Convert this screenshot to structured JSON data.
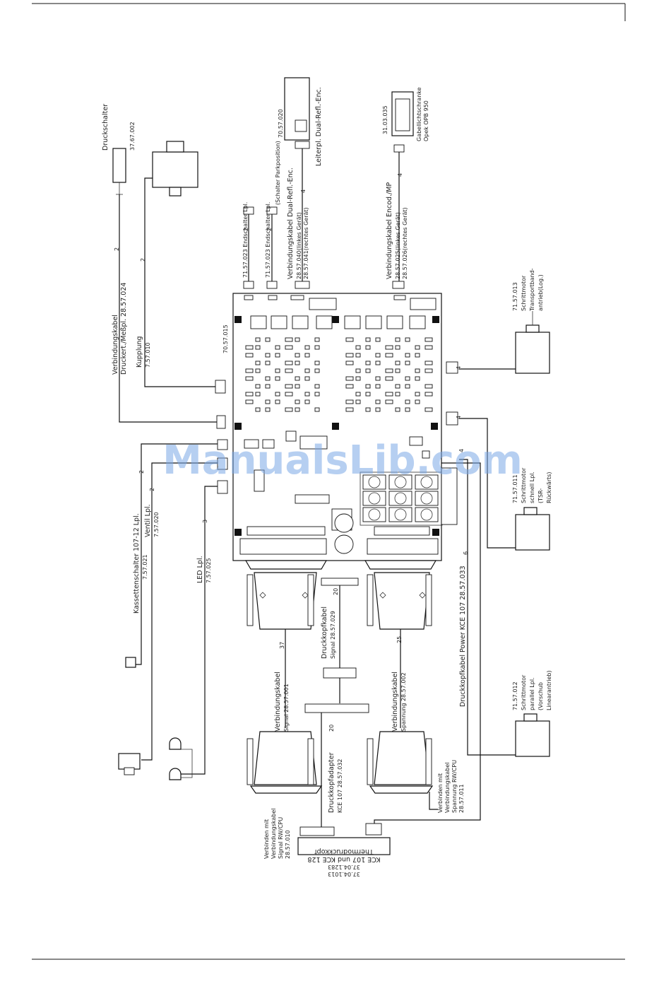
{
  "watermark": "ManualsLib.com",
  "labels": {
    "druckschalter": "Druckschalter",
    "druckschalter_nr": "37.67.002",
    "verbindungskabel_druck_1": "Verbindungskabel",
    "verbindungskabel_druck_2": "Druckert./Meßpl. 28.57.024",
    "kupplung": "Kupplung",
    "kupplung_nr": "7.57.010",
    "endschalter_1": "71.57.023 Endschalter Lpl.",
    "endschalter_2": "71.57.023 Endschalter Lpl.",
    "schalter_parkposition": "(Schalter Parkposition)",
    "dual_refl_kabel_1": "Verbindungskabel Dual-Refl.-Enc.",
    "dual_refl_kabel_2": "28.57.040(linkes Gerät)",
    "dual_refl_kabel_3": "28.57.041(rechtes Gerät)",
    "dual_refl_enc_1": "70.57.020",
    "dual_refl_enc_2": "Leiterpl. Dual-Refl.-Enc.",
    "encod_kabel_1": "Verbindungskabel Encod./MP",
    "encod_kabel_2": "28.57.025(linkes Gerät)",
    "encod_kabel_3": "28.57.026(rechtes Gerät)",
    "gabel_nr": "31.03.035",
    "gabel_1": "Gabellichtschranke",
    "gabel_2": "Opek OPB 950",
    "main_board": "70.57.015",
    "motor_transport_nr": "71.57.013",
    "motor_transport_1": "Schrittmotor",
    "motor_transport_2": "Transportband-",
    "motor_transport_3": "antrieb(Log.)",
    "motor_schnell_nr": "71.57.011",
    "motor_schnell_1": "Schrittmotor",
    "motor_schnell_2": "schnell Lpl.",
    "motor_schnell_3": "(TSR-",
    "motor_schnell_4": "Rückwärts)",
    "motor_parallel_nr": "71.57.012",
    "motor_parallel_1": "Schrittmotor",
    "motor_parallel_2": "parallel Lpl.",
    "motor_parallel_3": "(Vorschub",
    "motor_parallel_4": "Linearantrieb)",
    "kassette_1": "Kassettenschalter 107-12 Lpl.",
    "kassette_2": "7.57.021",
    "ventil_1": "Ventil Lpl.",
    "ventil_2": "7.57.020",
    "led_1": "LED Lpl.",
    "led_2": "7.57.025",
    "druckkopfkabel_signal_1": "Druckkopfkabel",
    "druckkopfkabel_signal_2": "Signal 28.57.029",
    "vk_signal_1": "Verbindungskabel",
    "vk_signal_2": "Signal 28.57.001",
    "vk_spannung_1": "Verbindungskabel",
    "vk_spannung_2": "Spannung 28.57.002",
    "power_kabel": "Druckkopfkabel Power KCE 107  28.57.033",
    "adapter_1": "Druckkopfadapter",
    "adapter_2": "KCE 107 28.57.032",
    "bottom_left_1": "Verbinden mit",
    "bottom_left_2": "Verbindungskabel",
    "bottom_left_3": "Signal RW/CPU",
    "bottom_left_4": "28.57.010",
    "bottom_right_1": "Verbinden mit",
    "bottom_right_2": "Verbindungskabel",
    "bottom_right_3": "Spannung RW/CPU",
    "bottom_right_4": "28.57.011",
    "thermo_1": "Thermodruckkopf",
    "thermo_2": "KCE 107 und KCE 128",
    "thermo_3": "37.04.1283",
    "thermo_4": "37.04.1013",
    "n2": "2",
    "n4": "4",
    "n6": "6",
    "n20": "20",
    "n25": "25",
    "n37": "37"
  }
}
